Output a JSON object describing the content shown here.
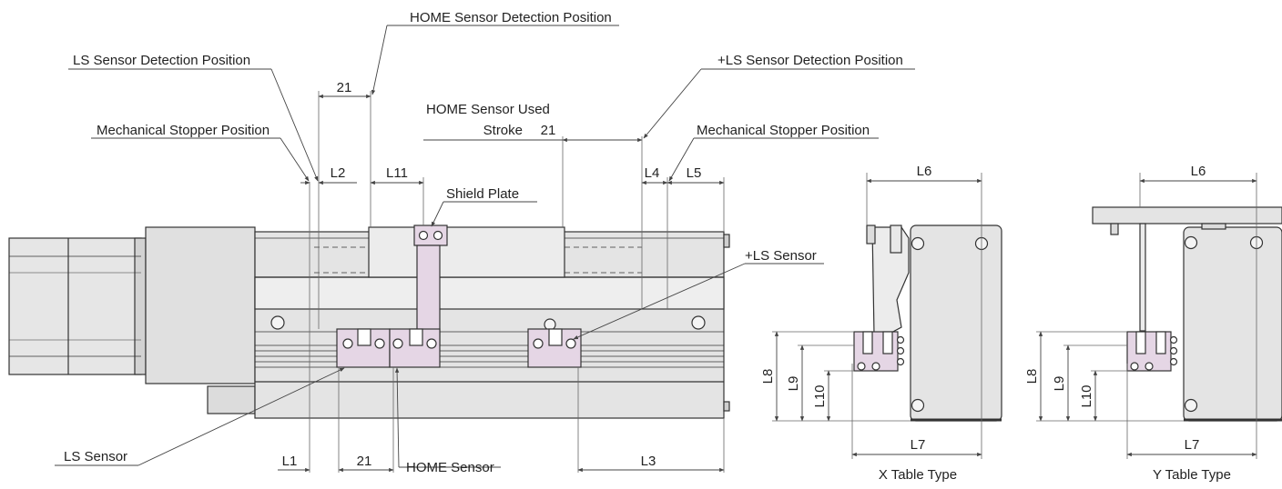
{
  "colors": {
    "body_fill": "#e4e4e4",
    "body_light": "#efefef",
    "body_dark": "#cfcfcf",
    "sensor_fill": "#e5d6e5",
    "outline": "#333333",
    "dim_line": "#555555"
  },
  "callouts": {
    "home_detect": "HOME Sensor Detection Position",
    "minus_ls_detect": "LS Sensor Detection Position",
    "plus_ls_detect": "+LS Sensor Detection Position",
    "mech_stopper_left": "Mechanical Stopper Position",
    "mech_stopper_right": "Mechanical Stopper Position",
    "home_used_line1": "HOME Sensor Used",
    "home_used_line2": "Stroke",
    "shield_plate": "Shield Plate",
    "plus_ls_sensor": "+LS Sensor",
    "ls_sensor": "LS Sensor",
    "home_sensor": "HOME Sensor"
  },
  "dimensions": {
    "top_21": "21",
    "stroke_21": "21",
    "l2": "L2",
    "l11": "L11",
    "l4": "L4",
    "l5": "L5",
    "l1": "L1",
    "bottom_21": "21",
    "l3": "L3",
    "x_l6": "L6",
    "x_l7": "L7",
    "x_l8": "L8",
    "x_l9": "L9",
    "x_l10": "L10",
    "y_l6": "L6",
    "y_l7": "L7",
    "y_l8": "L8",
    "y_l9": "L9",
    "y_l10": "L10"
  },
  "captions": {
    "x_table": "X Table Type",
    "y_table": "Y Table Type"
  }
}
